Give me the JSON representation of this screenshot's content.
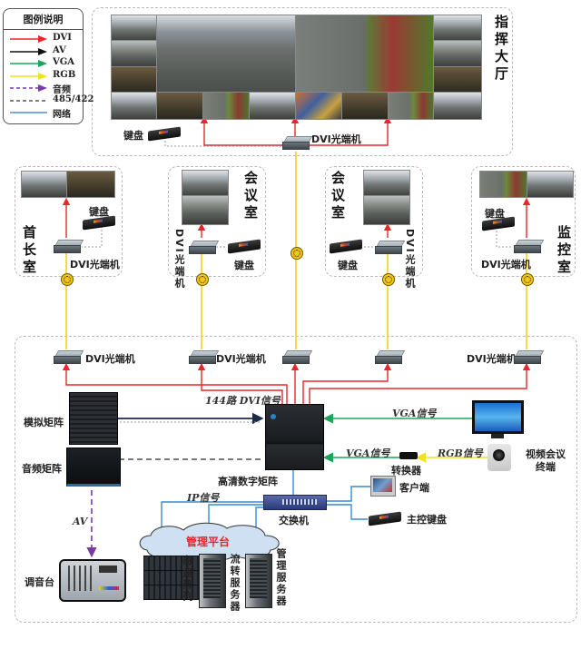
{
  "legend": {
    "title": "图例说明",
    "items": [
      {
        "label": "DVI",
        "color": "#e8262b",
        "style": "arrow"
      },
      {
        "label": "AV",
        "color": "#111111",
        "style": "arrow"
      },
      {
        "label": "VGA",
        "color": "#1aa55a",
        "style": "arrow"
      },
      {
        "label": "RGB",
        "color": "#f0e21e",
        "style": "arrow"
      },
      {
        "label": "音频",
        "color": "#7a3aa8",
        "style": "dashed-arrow"
      },
      {
        "label": "485/422",
        "color": "#555555",
        "style": "dashed"
      },
      {
        "label": "网络",
        "color": "#4a90d0",
        "style": "line"
      }
    ]
  },
  "colors": {
    "dvi": "#e8262b",
    "av": "#1b2a4a",
    "vga": "#1aa55a",
    "rgb": "#f0e21e",
    "audio": "#7a3aa8",
    "serial": "#555555",
    "network": "#3a8ad0",
    "fiber": "#f3d21a",
    "cloud_label": "#e8262b"
  },
  "command_hall": {
    "title": "指挥大厅",
    "keyboard_label": "键盘",
    "optic_label": "DVI光端机"
  },
  "rooms": [
    {
      "id": "chief",
      "title": "首长室",
      "keyboard_label": "键盘",
      "optic_label": "DVI光端机"
    },
    {
      "id": "meeting-1",
      "title": "会议室",
      "keyboard_label": "键盘",
      "optic_label": "DVI光端机"
    },
    {
      "id": "meeting-2",
      "title": "会议室",
      "keyboard_label": "键盘",
      "optic_label": "DVI光端机"
    },
    {
      "id": "monitor",
      "title": "监控室",
      "keyboard_label": "键盘",
      "optic_label": "DVI光端机"
    }
  ],
  "equipment_room": {
    "optic_labels": [
      "DVI光端机",
      "DVI光端机",
      "DVI光端机"
    ],
    "dvi_signal": "144路 DVI信号",
    "analog_matrix": "模拟矩阵",
    "audio_matrix": "音频矩阵",
    "hd_matrix": "高清数字矩阵",
    "vga_signal_1": "VGA信号",
    "vga_signal_2": "VGA信号",
    "rgb_signal": "RGB信号",
    "converter": "转换器",
    "video_conf": "视频会议终端",
    "av_label": "AV",
    "mixer": "调音台",
    "ip_signal": "IP信号",
    "switch": "交换机",
    "client": "客户端",
    "master_keyboard": "主控键盘",
    "platform": "管理平台",
    "disk_array": "磁盘阵列",
    "stream_server": "流转服务器",
    "mgmt_server": "管理服务器"
  }
}
